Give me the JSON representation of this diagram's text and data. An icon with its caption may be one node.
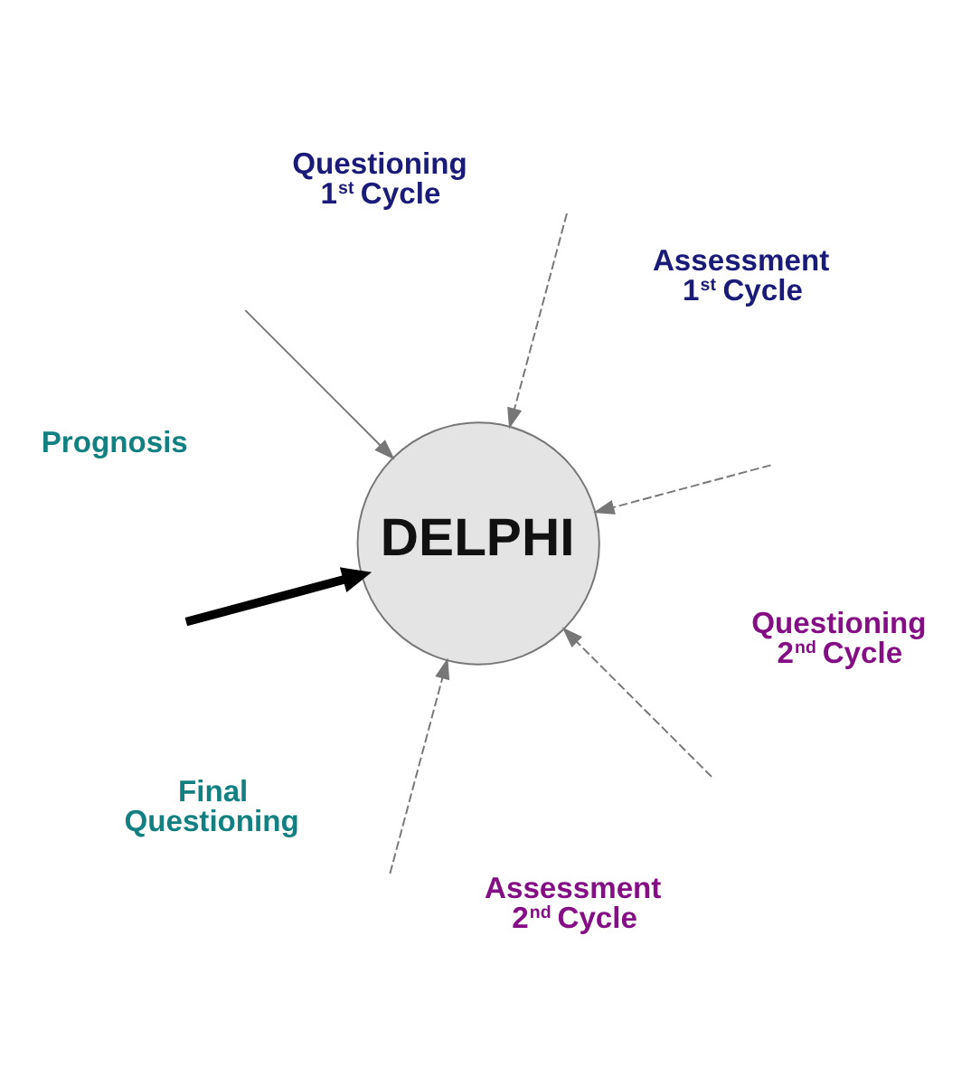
{
  "diagram": {
    "nodes": [
      {
        "text": [
          "Questioning 1$^{st}$ Cycle"
        ]
      },
      {
        "text": [
          "Assessment 1$^{st}$ Cycle"
        ]
      },
      {
        "text": [
          "Prognosis"
        ]
      },
      {
        "text": [
          "DELPHI"
        ]
      },
      {
        "text": [
          "Questioning 2$^{nd}$ Cycle"
        ]
      },
      {
        "text": [
          "Final Questioning"
        ]
      },
      {
        "text": [
          "Assessment 2$^{nd}$ Cycle"
        ]
      }
    ],
    "edges": [
      {
        "from": null,
        "to": 3,
        "arrow": "to",
        "style": "dashed"
      },
      {
        "from": null,
        "to": 3,
        "arrow": "to",
        "style": "dashed"
      },
      {
        "from": null,
        "to": 3,
        "arrow": "to",
        "style": "dashed"
      },
      {
        "from": null,
        "to": 3,
        "arrow": "to"
      },
      {
        "from": null,
        "to": 3,
        "arrow": "to",
        "style": "thick",
        "color": "#000000"
      },
      {
        "from": null,
        "to": 3,
        "arrow": "to",
        "style": "dashed"
      }
    ]
  }
}
